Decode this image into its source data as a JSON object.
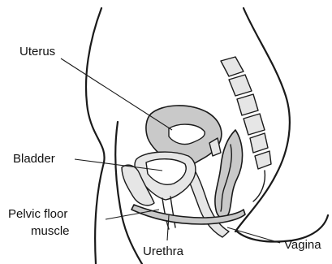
{
  "labels": {
    "uterus": "Uterus",
    "bladder": "Bladder",
    "pelvic_floor_line1": "Pelvic floor",
    "pelvic_floor_line2": "muscle",
    "urethra": "Urethra",
    "vagina": "Vagina"
  }
}
